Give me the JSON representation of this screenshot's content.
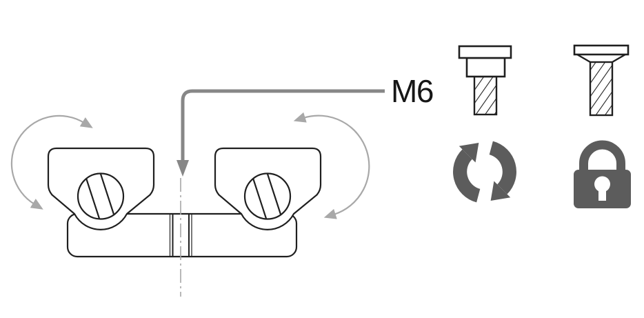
{
  "diagram": {
    "thread_label": "M6",
    "colors": {
      "line": "#1f1f1f",
      "leader": "#878787",
      "rotation_arrow": "#a8a8a8",
      "centerline": "#a6a6a6",
      "icon": "#5c5c5c",
      "background": "#ffffff"
    },
    "parts": {
      "left_cam": "double-wing cam fitting left lobe",
      "right_cam": "double-wing cam fitting right lobe",
      "base": "mounting base plate with M6 threaded hole"
    }
  },
  "legend": {
    "icons": [
      {
        "name": "cheese-head-screw"
      },
      {
        "name": "countersunk-screw"
      },
      {
        "name": "rotate-both-directions"
      },
      {
        "name": "lock"
      }
    ]
  }
}
